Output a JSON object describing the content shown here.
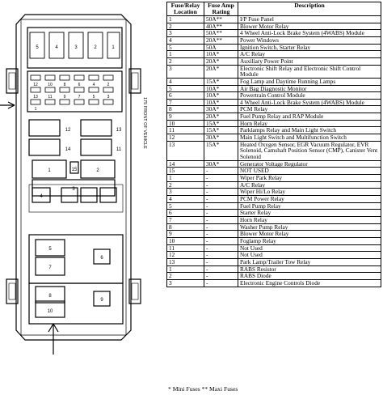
{
  "header": {
    "col1": "Fuse/Relay Location",
    "col2": "Fuse Amp Rating",
    "col3": "Description"
  },
  "rows": [
    [
      "1",
      "50A**",
      "I/P Fuse Panel"
    ],
    [
      "2",
      "40A**",
      "Blower Motor Relay"
    ],
    [
      "3",
      "50A**",
      "4 Wheel Anti-Lock Brake System (4WABS) Module"
    ],
    [
      "4",
      "20A**",
      "Power Windows"
    ],
    [
      "5",
      "50A",
      "Ignition Switch, Starter Relay"
    ],
    [
      "1",
      "10A*",
      "A/C Relay"
    ],
    [
      "2",
      "20A*",
      "Auxiliary Power Point"
    ],
    [
      "3",
      "20A*",
      "Electronic Shift Relay and Electronic Shift Control Module"
    ],
    [
      "4",
      "15A*",
      "Fog Lamp and Daytime Running Lamps"
    ],
    [
      "5",
      "10A*",
      "Air Bag Diagnostic Monitor"
    ],
    [
      "6",
      "10A*",
      "Powertrain Control Module"
    ],
    [
      "7",
      "10A*",
      "4 Wheel Anti-Lock Brake System (4WABS) Module"
    ],
    [
      "8",
      "30A*",
      "PCM Relay"
    ],
    [
      "9",
      "20A*",
      "Fuel Pump Relay and RAP Module"
    ],
    [
      "10",
      "15A*",
      "Horn Relay"
    ],
    [
      "11",
      "15A*",
      "Parklamps Relay and Main Light Switch"
    ],
    [
      "12",
      "30A*",
      "Main Light Switch and Multifunction Switch"
    ],
    [
      "13",
      "15A*",
      "Heated Oxygen Sensor, EGR Vacuum Regulator, EVR Solenoid, Camshaft Position Sensor (CMP), Canister Vent Solenoid"
    ],
    [
      "14",
      "30A*",
      "Generator Voltage Regulator"
    ],
    [
      "15",
      "-",
      "NOT USED"
    ],
    [
      "1",
      "-",
      "Wiper Park Relay"
    ],
    [
      "2",
      "-",
      "A/C Relay"
    ],
    [
      "3",
      "-",
      "Wiper Hi/Lo Relay"
    ],
    [
      "4",
      "-",
      "PCM Power Relay"
    ],
    [
      "5",
      "-",
      "Fuel Pump Relay"
    ],
    [
      "6",
      "-",
      "Starter Relay"
    ],
    [
      "7",
      "-",
      "Horn Relay"
    ],
    [
      "8",
      "-",
      "Washer Pump Relay"
    ],
    [
      "9",
      "-",
      "Blower Motor Relay"
    ],
    [
      "10",
      "-",
      "Foglamp Relay"
    ],
    [
      "11",
      "-",
      "Not Used"
    ],
    [
      "12",
      "-",
      "Not Used"
    ],
    [
      "13",
      "-",
      "Park Lamp/Trailer Tow Relay"
    ],
    [
      "1",
      "-",
      "RABS Resistor"
    ],
    [
      "2",
      "-",
      "RABS Diode"
    ],
    [
      "3",
      "-",
      "Electronic Engine Controls Diode"
    ]
  ],
  "footnote": "* Mini Fuses ** Maxi Fuses",
  "diagram": {
    "maxi_labels": [
      "5",
      "4",
      "3",
      "2",
      "1"
    ],
    "mini_labels": [
      "12",
      "10",
      "8",
      "6",
      "4",
      "2",
      "13",
      "11",
      "9",
      "7",
      "5",
      "3",
      "1"
    ],
    "relay_labels": [
      "12",
      "13",
      "14",
      "11",
      "15",
      "1",
      "3",
      "2",
      "4",
      "5",
      "7",
      "6",
      "8",
      "10",
      "9"
    ],
    "side_label": "175 FRONT OF VEHICLE"
  }
}
